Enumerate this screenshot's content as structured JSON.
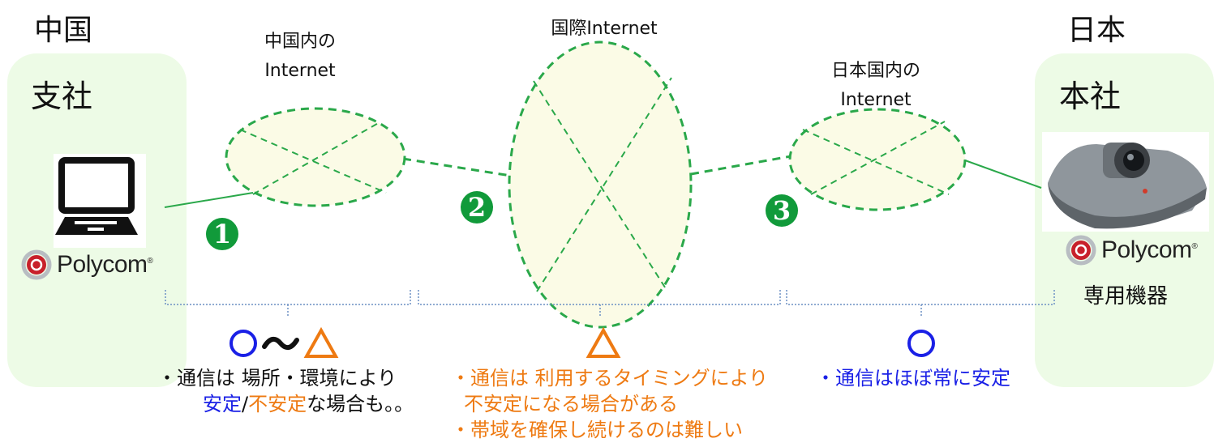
{
  "colors": {
    "office_bg": "#edfbe6",
    "network_fill": "#fbfbe6",
    "network_stroke": "#2aa84a",
    "badge": "#119a3a",
    "good": "#1a20e6",
    "warning": "#ee7a12",
    "bracket": "#6b8fc4"
  },
  "china": {
    "country_label": "中国",
    "office_label": "支社",
    "brand": "Polycom",
    "device_icon": "laptop-icon"
  },
  "japan": {
    "country_label": "日本",
    "office_label": "本社",
    "brand": "Polycom",
    "device_caption": "専用機器",
    "device_icon": "video-conference-unit-icon"
  },
  "networks": [
    {
      "badge": "❶",
      "label_lines": [
        "中国内の",
        "Internet"
      ]
    },
    {
      "badge": "❷",
      "label_lines": [
        "国際Internet"
      ]
    },
    {
      "badge": "❸",
      "label_lines": [
        "日本国内の",
        "Internet"
      ]
    }
  ],
  "segments": [
    {
      "rating_good": "○",
      "rating_sep": "〜",
      "rating_warn": "△",
      "notes": {
        "line1": "・通信は 場所・環境により",
        "stable": "安定",
        "slash": "/",
        "unstable": "不安定",
        "rest": "な場合も。。"
      }
    },
    {
      "rating": "△",
      "notes": [
        "・通信は 利用するタイミングにより",
        "不安定になる場合がある",
        "・帯域を確保し続けるのは難しい"
      ]
    },
    {
      "rating": "○",
      "notes": [
        "・通信はほぼ常に安定"
      ]
    }
  ]
}
